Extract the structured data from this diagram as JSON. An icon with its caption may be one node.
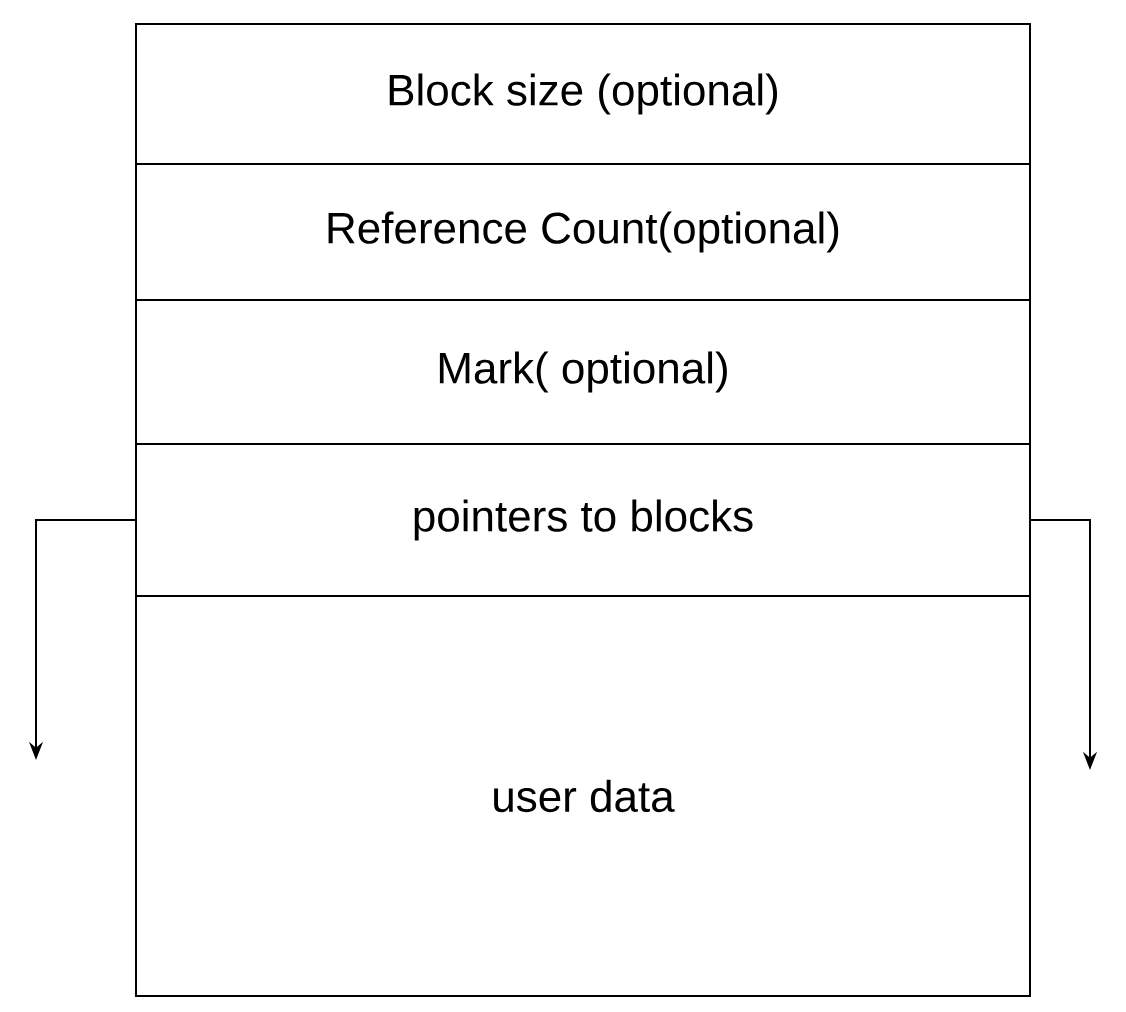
{
  "diagram": {
    "nodes": [
      {
        "text": [
          "Block size (optional)"
        ]
      },
      {
        "text": [
          "Reference Count(optional)"
        ]
      },
      {
        "text": [
          "Mark( optional)"
        ]
      },
      {
        "text": [
          "pointers to blocks"
        ]
      },
      {
        "text": [
          "user data"
        ]
      }
    ],
    "edges": [
      {
        "from": 3,
        "to": null,
        "arrow": "to"
      },
      {
        "from": 3,
        "to": null,
        "arrow": "to"
      }
    ]
  }
}
